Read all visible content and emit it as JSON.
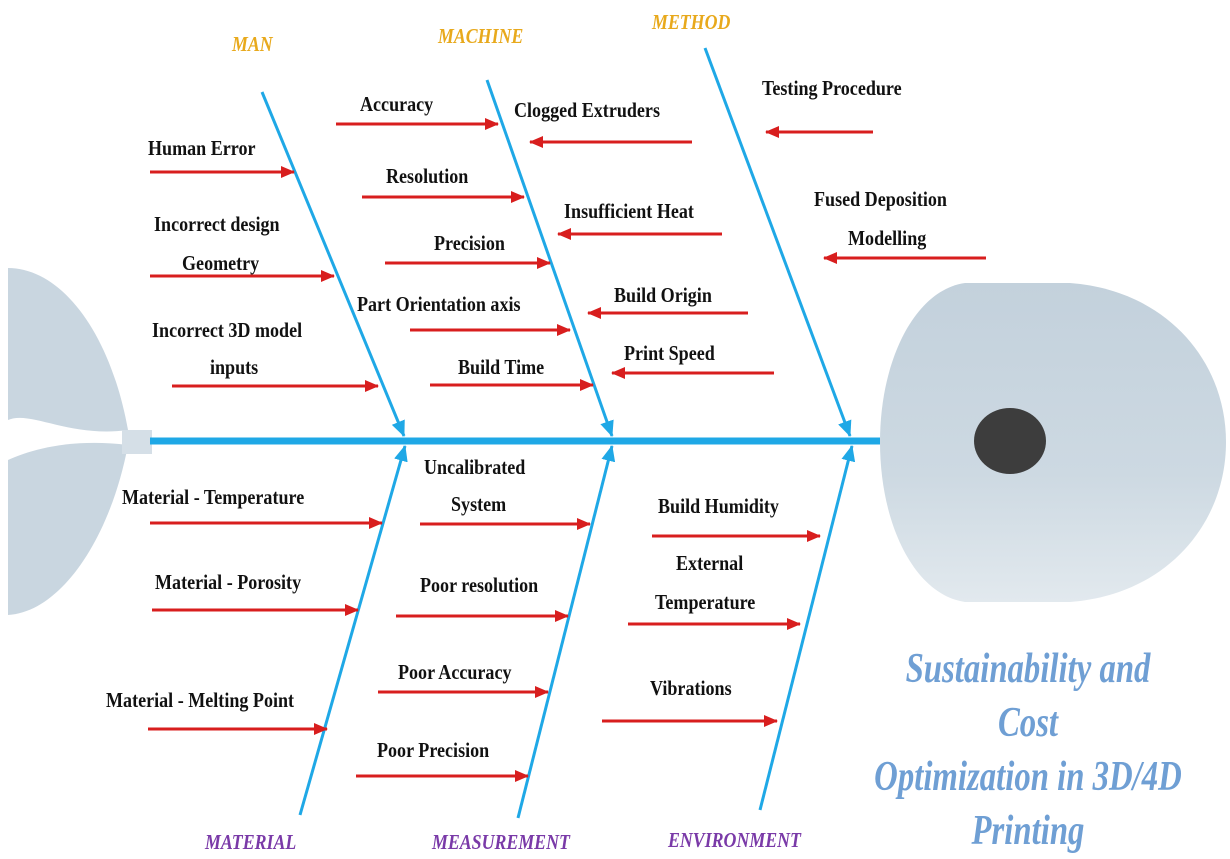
{
  "categories": {
    "man": "MAN",
    "machine": "MACHINE",
    "method": "METHOD",
    "material": "MATERIAL",
    "measurement": "MEASUREMENT",
    "environment": "ENVIRONMENT"
  },
  "causes": {
    "man": [
      "Human Error",
      "Incorrect design",
      "Geometry",
      "Incorrect 3D model",
      "inputs"
    ],
    "machine_left": [
      "Accuracy",
      "Resolution",
      "Precision",
      "Part Orientation axis",
      "Build Time"
    ],
    "machine_right": [
      "Clogged Extruders",
      "Insufficient Heat",
      "Build Origin",
      "Print Speed"
    ],
    "method": [
      "Testing Procedure",
      "Fused Deposition",
      "Modelling"
    ],
    "material": [
      "Material -  Temperature",
      "Material -  Porosity",
      "Material -  Melting Point"
    ],
    "measurement": [
      "Uncalibrated",
      "System",
      "Poor resolution",
      "Poor Accuracy",
      "Poor Precision"
    ],
    "environment": [
      "Build  Humidity",
      "External",
      "Temperature",
      "Vibrations"
    ]
  },
  "effect": {
    "line1": "Sustainability and Cost",
    "line2": "Optimization in 3D/4D",
    "line3": "Printing"
  },
  "colors": {
    "spine": "#1fa8e6",
    "arrow": "#d81e1e",
    "fish_body": "#c9d6e0",
    "eye": "#3d3d3d",
    "title": "#6f9fd4",
    "category_top": "#e8a91c",
    "category_bottom": "#7a3aa8"
  }
}
